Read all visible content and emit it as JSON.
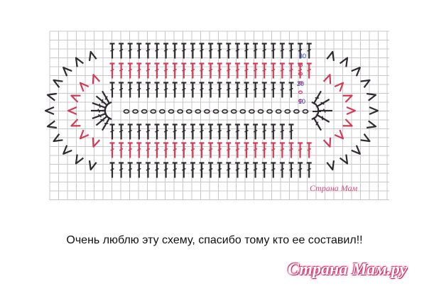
{
  "diagram": {
    "row_numbers": [
      "30",
      "20",
      "10"
    ],
    "colors": {
      "grid": "#c8c8c8",
      "dark_stitch": "#2f2a30",
      "red_stitch": "#d23a55",
      "foundation_chain": "#2f2a30",
      "row_number_blue": "#2436a8",
      "row_number_pink": "#cf3f70"
    }
  },
  "caption": "Очень люблю эту схему, спасибо тому кто ее составил!!",
  "watermark_small": "Страна Мам",
  "logo": "Страна Мам.ру"
}
